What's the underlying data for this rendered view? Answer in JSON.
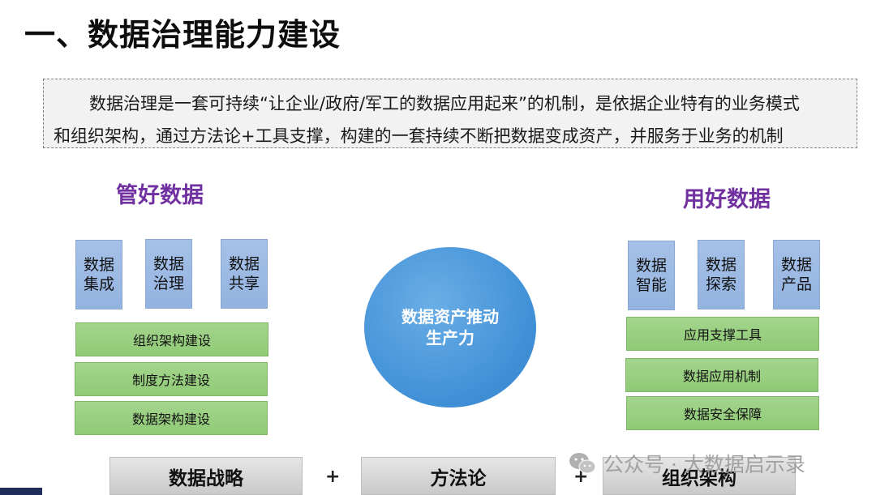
{
  "title": "一、数据治理能力建设",
  "intro": {
    "line1": "数据治理是一套可持续“让企业/政府/军工的数据应用起来”的机制，是依据企业特有的业务模式",
    "line2": "和组织架构，通过方法论+工具支撑，构建的一套持续不断把数据变成资产，并服务于业务的机制"
  },
  "left": {
    "heading": "管好数据",
    "cards": [
      {
        "line1": "数据",
        "line2": "集成"
      },
      {
        "line1": "数据",
        "line2": "治理"
      },
      {
        "line1": "数据",
        "line2": "共享"
      }
    ],
    "bars": [
      "组织架构建设",
      "制度方法建设",
      "数据架构建设"
    ]
  },
  "right": {
    "heading": "用好数据",
    "cards": [
      {
        "line1": "数据",
        "line2": "智能"
      },
      {
        "line1": "数据",
        "line2": "探索"
      },
      {
        "line1": "数据",
        "line2": "产品"
      }
    ],
    "bars": [
      "应用支撑工具",
      "数据应用机制",
      "数据安全保障"
    ]
  },
  "center": {
    "line1": "数据资产推动",
    "line2": "生产力"
  },
  "bottom": {
    "items": [
      "数据战略",
      "方法论",
      "组织架构"
    ],
    "plus": "+"
  },
  "watermark": {
    "text": "公众号 · 大数据启示录",
    "icon": "wechat-icon"
  },
  "colors": {
    "heading": "#7030a0",
    "card_blue": "#9dbbe4",
    "bar_green": "#98cf80",
    "circle_blue": "#4a95d9",
    "bottom_gray": "#d6d6d6"
  }
}
